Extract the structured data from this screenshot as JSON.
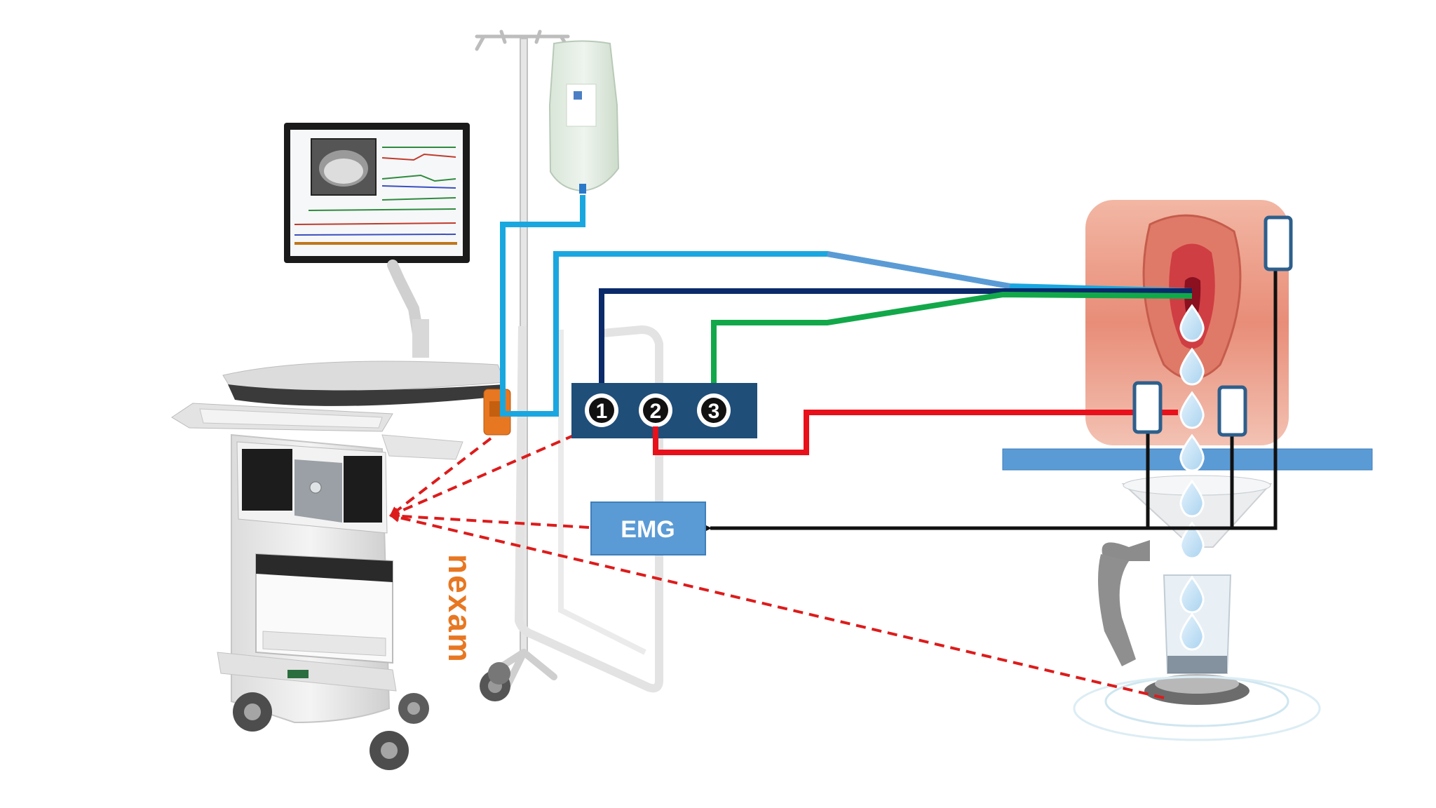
{
  "channels": {
    "items": [
      {
        "id": "ch1",
        "glyph": "1"
      },
      {
        "id": "ch2",
        "glyph": "2"
      },
      {
        "id": "ch3",
        "glyph": "3"
      }
    ]
  },
  "emg": {
    "label": "EMG"
  },
  "cart": {
    "brand": "nexam"
  },
  "colors": {
    "light_blue": "#1aa7e0",
    "dark_blue": "#0a2a6a",
    "green": "#12a84a",
    "red": "#e8101a",
    "black": "#111111",
    "dashed_red": "#dd1b1b",
    "channel_box": "#1f4e79",
    "emg_box": "#5b9bd5",
    "table_bar": "#5b9bd5",
    "electrode_border": "#2e5f8c",
    "brand_orange": "#e87722"
  }
}
